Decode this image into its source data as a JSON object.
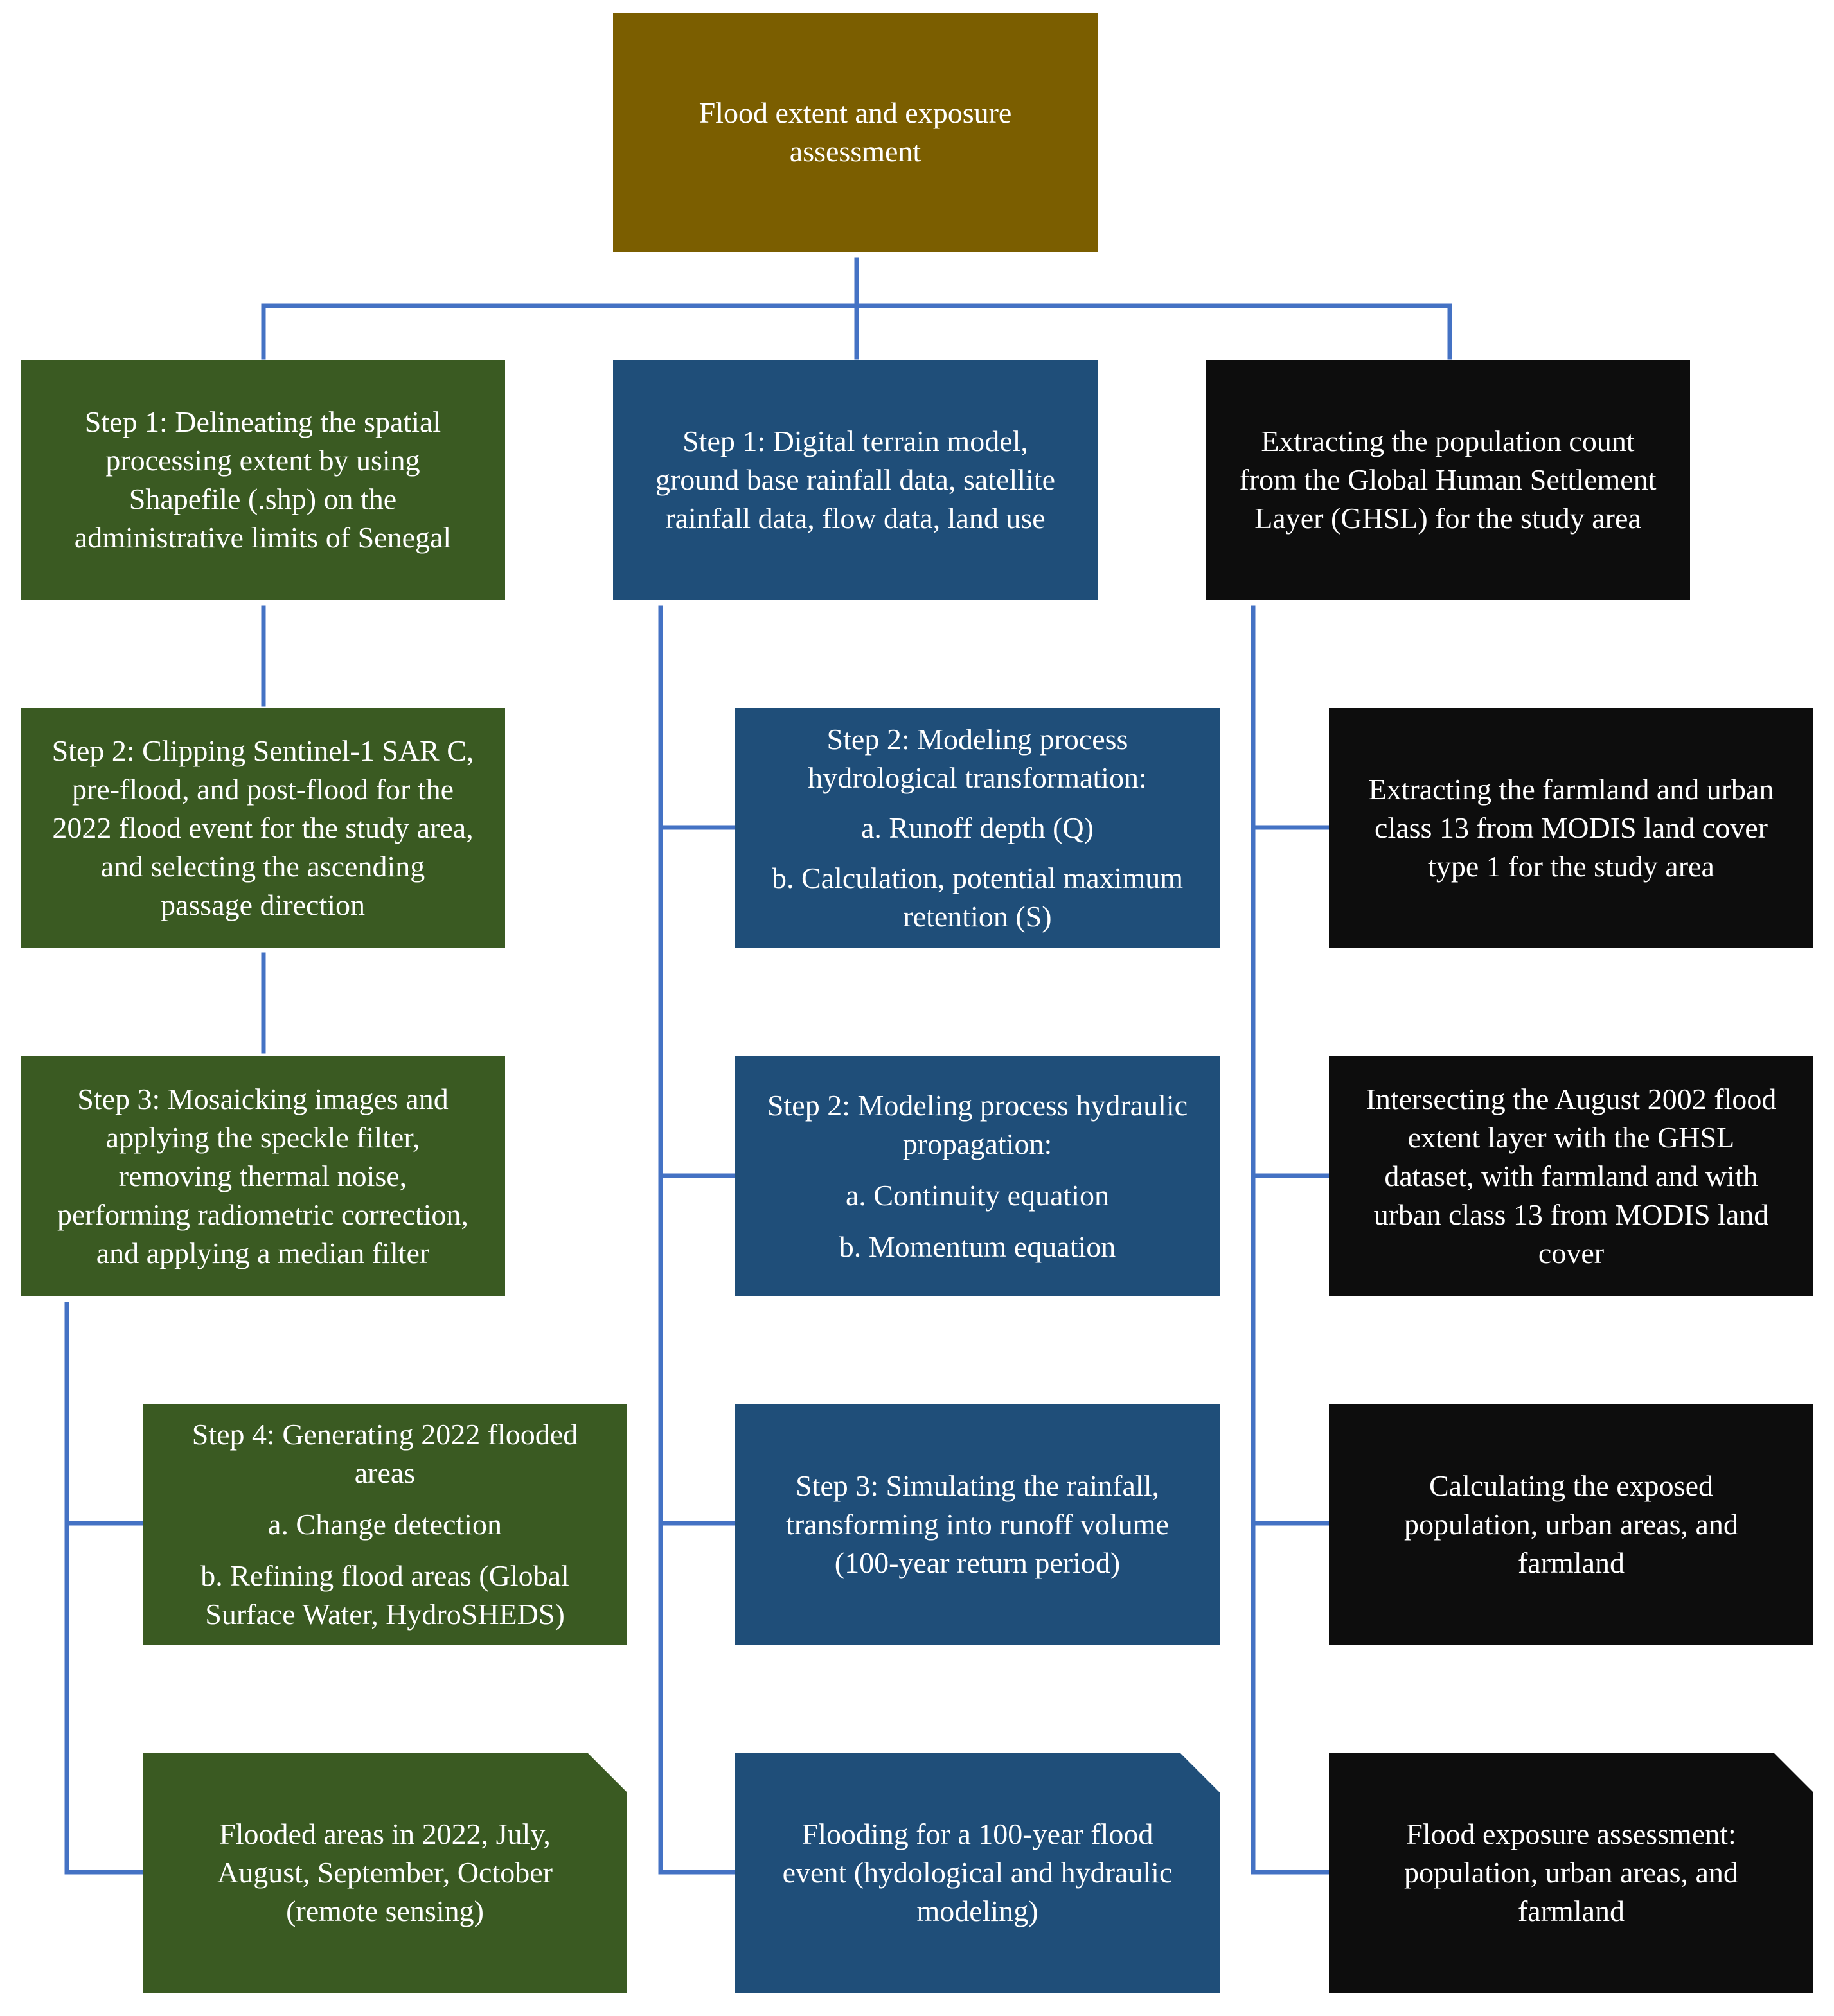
{
  "title": {
    "lines": [
      "Flood extent and exposure",
      "assessment"
    ],
    "color": "#7b5e00"
  },
  "colors": {
    "connector": "#4472c4",
    "remote_sensing_column": "#3a5a22",
    "modeling_column": "#1f4e79",
    "exposure_column": "#0d0d0d"
  },
  "left_column": {
    "step1": {
      "lines": [
        "Step 1: Delineating the spatial",
        "processing  extent  by  using",
        "Shapefile (.shp) on the",
        "administrative limits of Senegal"
      ]
    },
    "step2": {
      "lines": [
        "Step 2: Clipping Sentinel-1 SAR C,",
        "pre-flood,  and  post-flood  for  the",
        "2022 flood event  for the study area,",
        "and  selecting  the  ascending",
        "passage direction"
      ]
    },
    "step3": {
      "lines": [
        "Step 3: Mosaicking images and",
        "applying  the  speckle  filter,",
        "removing  thermal  noise,",
        "performing radiometric correction,",
        "and applying  a median filter"
      ]
    },
    "step4": {
      "lines": [
        "Step  4: Generating 2022 flooded",
        "areas"
      ],
      "items": [
        "a. Change detection",
        "b.  Refining flood areas (Global\nSurface Water, HydroSHEDS)"
      ]
    },
    "result": {
      "lines": [
        "Flooded areas in 2022, July,",
        "August, September,  October",
        "(remote sensing)"
      ]
    }
  },
  "middle_column": {
    "step1": {
      "lines": [
        "Step  1: Digital terrain model,",
        "ground base rainfall data,  satellite",
        "rainfall data,  flow data,  land use"
      ]
    },
    "step2_hydrology": {
      "lines": [
        "Step  2: Modeling process",
        "hydrological transformation:"
      ],
      "items": [
        "a.  Runoff depth (Q)",
        "b.  Calculation,  potential  maximum\nretention (S)"
      ]
    },
    "step2_hydraulic": {
      "lines": [
        "Step  2: Modeling process  hydraulic",
        "propagation:"
      ],
      "items": [
        "a.  Continuity equation",
        "b.  Momentum equation"
      ]
    },
    "step3": {
      "lines": [
        "Step  3: Simulating the rainfall,",
        "transforming into runoff volume",
        "(100-year return period)"
      ]
    },
    "result": {
      "lines": [
        "Flooding for a 100-year flood",
        "event (hydological and hydraulic",
        "modeling)"
      ]
    }
  },
  "right_column": {
    "step1": {
      "lines": [
        "Extracting  the population  count",
        "from the Global Human Settlement",
        "Layer (GHSL) for the study area"
      ]
    },
    "step2": {
      "lines": [
        "Extracting  the farmland  and urban",
        "class 13 from MODIS land cover",
        "type  1 for the study area"
      ]
    },
    "step3": {
      "lines": [
        "Intersecting  the August 2002 flood",
        "extent layer with the GHSL",
        "dataset, with farmland and with",
        "urban class 13 from MODIS land",
        "cover"
      ]
    },
    "step4": {
      "lines": [
        "Calculating the exposed",
        "population,  urban areas,  and",
        "farmland"
      ]
    },
    "result": {
      "lines": [
        "Flood exposure  assessment:",
        "population,  urban areas,  and",
        "farmland"
      ]
    }
  }
}
